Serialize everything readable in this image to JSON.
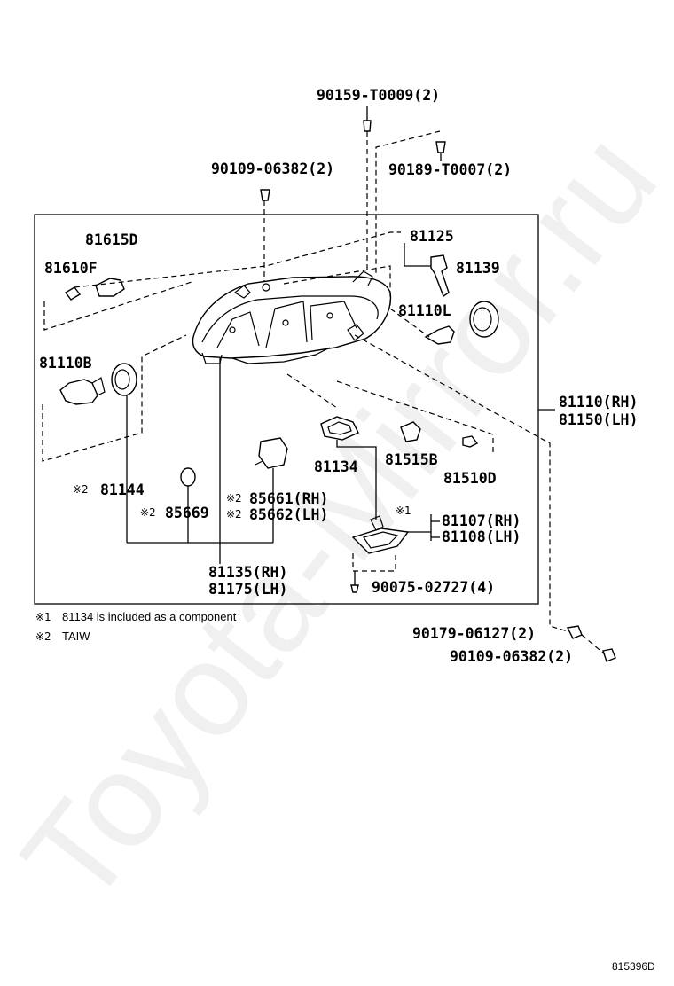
{
  "watermark": "Toyota-Mirror.ru",
  "callouts": {
    "p90159": "90159-T0009(2)",
    "p90109a": "90109-06382(2)",
    "p90189": "90189-T0007(2)",
    "p81615D": "81615D",
    "p81610F": "81610F",
    "p81125": "81125",
    "p81139": "81139",
    "p81110L": "81110L",
    "p81110B": "81110B",
    "p81110RH": "81110(RH)",
    "p81150LH": "81150(LH)",
    "p81134": "81134",
    "p81515B": "81515B",
    "p81510D": "81510D",
    "p81144": "81144",
    "p85669": "85669",
    "p85661": "85661(RH)",
    "p85662": "85662(LH)",
    "p81107": "81107(RH)",
    "p81108": "81108(LH)",
    "p81135": "81135(RH)",
    "p81175": "81175(LH)",
    "p90075": "90075-02727(4)",
    "p90179": "90179-06127(2)",
    "p90109b": "90109-06382(2)"
  },
  "marks": {
    "m1": "※1",
    "m2": "※2"
  },
  "footnotes": {
    "n1_mark": "※1",
    "n1_text": "81134 is included as a component",
    "n2_mark": "※2",
    "n2_text": "TAIW"
  },
  "figure_ref": "815396D"
}
